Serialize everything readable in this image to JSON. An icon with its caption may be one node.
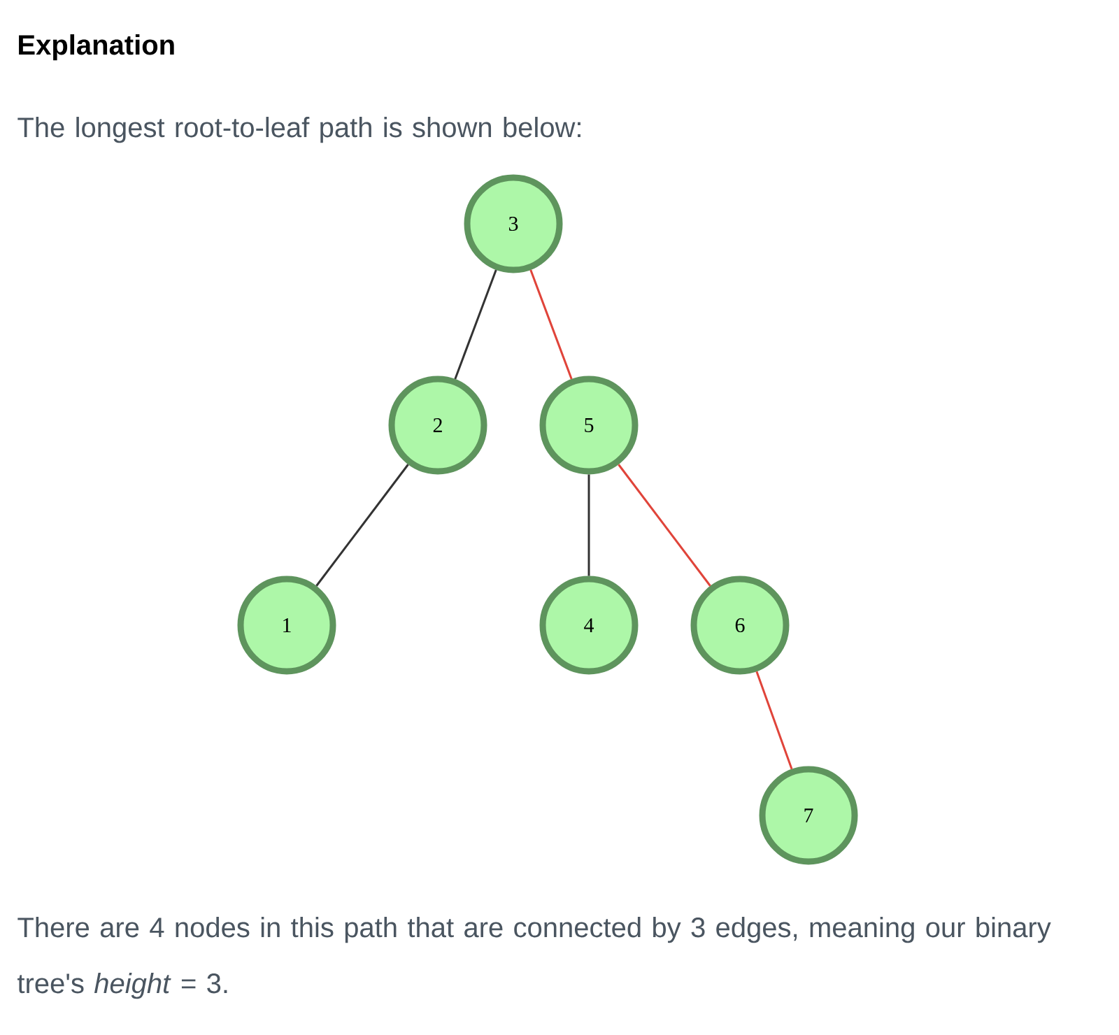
{
  "diagram": {
    "title": "Explanation",
    "nodes": [
      {
        "text": [
          "3"
        ]
      },
      {
        "text": [
          "2"
        ]
      },
      {
        "text": [
          "5"
        ]
      },
      {
        "text": [
          "1"
        ]
      },
      {
        "text": [
          "4"
        ]
      },
      {
        "text": [
          "6"
        ]
      },
      {
        "text": [
          "7"
        ]
      }
    ],
    "edges": [
      {
        "from": 0,
        "to": 1,
        "arrow": "none"
      },
      {
        "from": 0,
        "to": 2,
        "arrow": "none",
        "color": "#e0443a"
      },
      {
        "from": 1,
        "to": 3,
        "arrow": "none"
      },
      {
        "from": 2,
        "to": 4,
        "arrow": "none"
      },
      {
        "from": 2,
        "to": 5,
        "arrow": "none",
        "color": "#e0443a"
      },
      {
        "from": 5,
        "to": 6,
        "arrow": "none",
        "color": "#e0443a"
      }
    ],
    "labels": [
      "The longest root-to-leaf path is shown below:",
      "There are 4 nodes in this path that are connected by 3 edges, meaning our binary tree's *height* = 3."
    ]
  }
}
